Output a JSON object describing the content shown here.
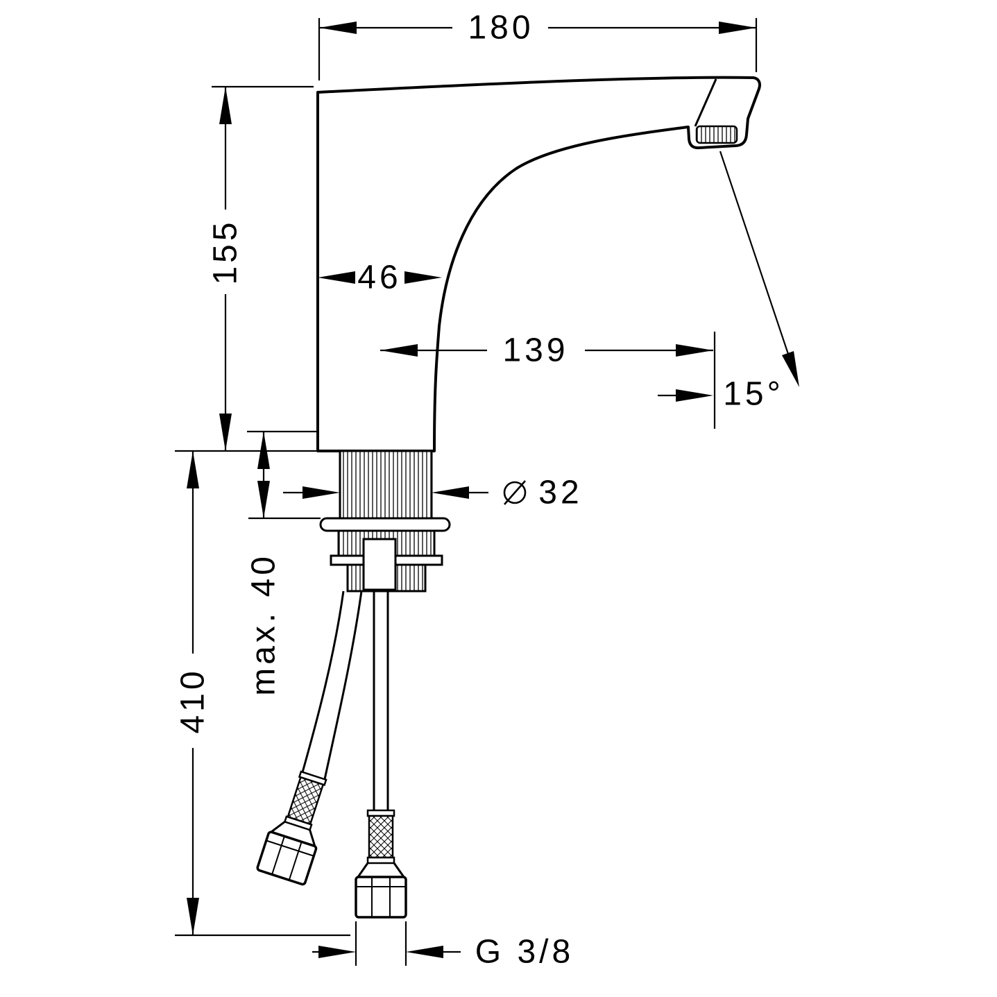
{
  "drawing": {
    "background": "#ffffff",
    "line_color": "#000000",
    "labels": {
      "spout_width": "180",
      "height_to_spout": "155",
      "body_depth": "46",
      "spout_reach": "139",
      "spray_angle": "15°",
      "hole_diameter": "32",
      "max_deck_thickness": "max. 40",
      "hose_length": "410",
      "connection_thread": "G 3/8"
    }
  }
}
